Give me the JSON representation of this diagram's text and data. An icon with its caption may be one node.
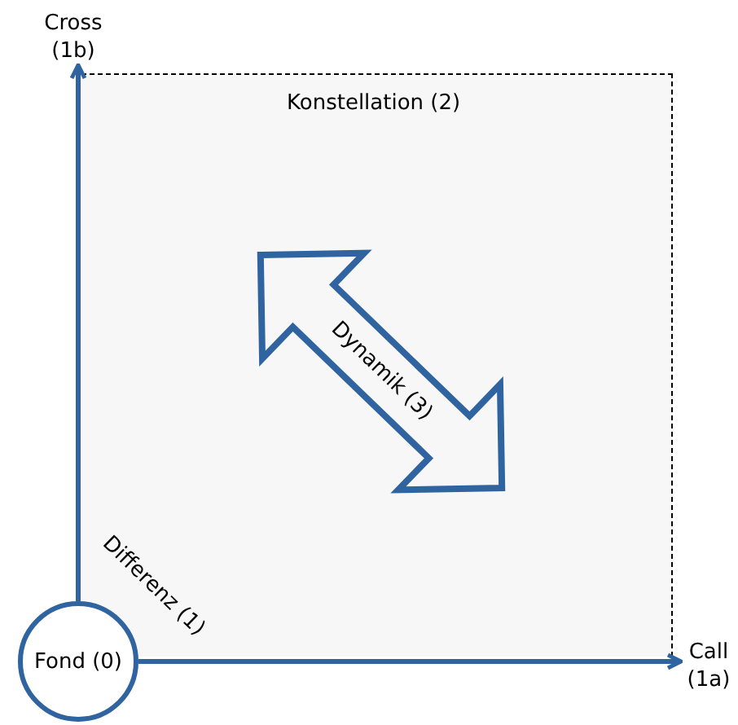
{
  "diagram": {
    "nodes": [
      {
        "text": [
          "Cross (1b)"
        ]
      },
      {
        "text": [
          "Konstellation (2)"
        ]
      },
      {
        "text": [
          "Fond (0)"
        ]
      },
      {
        "text": [
          "Call (1a)"
        ]
      }
    ],
    "edges": [
      {
        "from": 2,
        "to": 0,
        "arrow": "to"
      },
      {
        "from": 2,
        "to": 3,
        "arrow": "to"
      }
    ],
    "labels": [
      "Dynamik (3)",
      "Differenz (1)"
    ]
  }
}
